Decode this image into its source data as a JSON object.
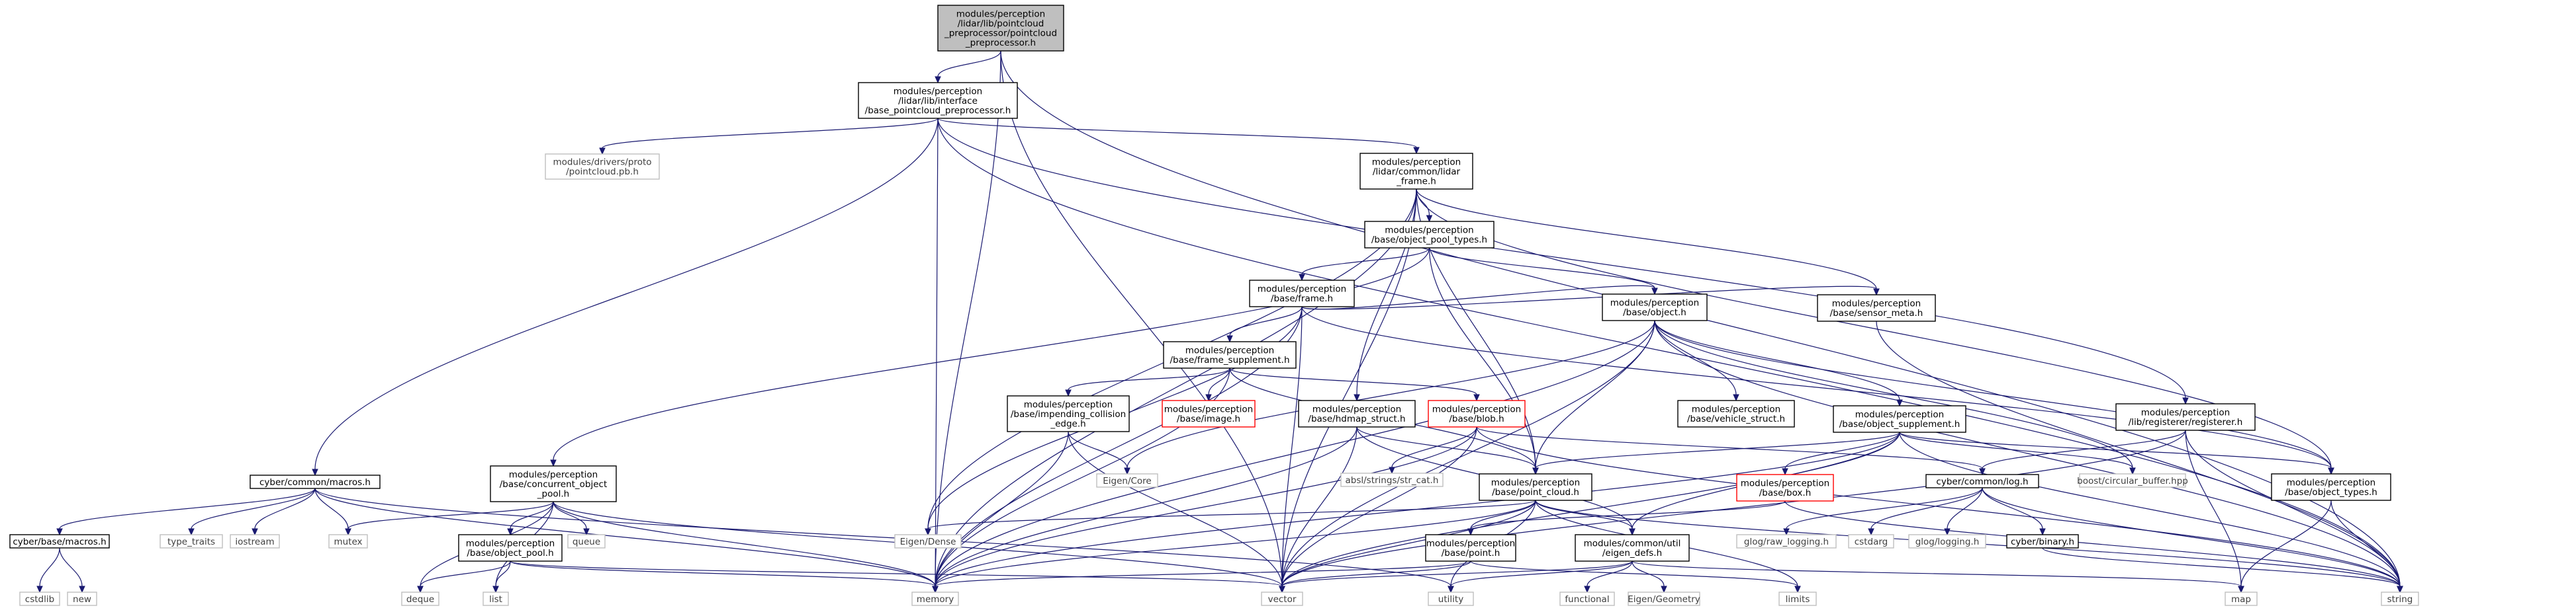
{
  "nodes": {
    "root": {
      "lines": [
        "modules/perception",
        "/lidar/lib/pointcloud",
        "_preprocessor/pointcloud",
        "_preprocessor.h"
      ],
      "kind": "root"
    },
    "base_pp": {
      "lines": [
        "modules/perception",
        "/lidar/lib/interface",
        "/base_pointcloud_preprocessor.h"
      ],
      "kind": "proj"
    },
    "drivers_proto": {
      "lines": [
        "modules/drivers/proto",
        "/pointcloud.pb.h"
      ],
      "kind": "ext"
    },
    "lidar_frame": {
      "lines": [
        "modules/perception",
        "/lidar/common/lidar",
        "_frame.h"
      ],
      "kind": "proj"
    },
    "object_pool_types": {
      "lines": [
        "modules/perception",
        "/base/object_pool_types.h"
      ],
      "kind": "proj"
    },
    "frame": {
      "lines": [
        "modules/perception",
        "/base/frame.h"
      ],
      "kind": "proj"
    },
    "frame_supplement": {
      "lines": [
        "modules/perception",
        "/base/frame_supplement.h"
      ],
      "kind": "proj"
    },
    "object": {
      "lines": [
        "modules/perception",
        "/base/object.h"
      ],
      "kind": "proj"
    },
    "sensor_meta": {
      "lines": [
        "modules/perception",
        "/base/sensor_meta.h"
      ],
      "kind": "proj"
    },
    "impending": {
      "lines": [
        "modules/perception",
        "/base/impending_collision",
        "_edge.h"
      ],
      "kind": "proj"
    },
    "image": {
      "lines": [
        "modules/perception",
        "/base/image.h"
      ],
      "kind": "trunc"
    },
    "hdmap_struct": {
      "lines": [
        "modules/perception",
        "/base/hdmap_struct.h"
      ],
      "kind": "proj"
    },
    "blob": {
      "lines": [
        "modules/perception",
        "/base/blob.h"
      ],
      "kind": "trunc"
    },
    "vehicle_struct": {
      "lines": [
        "modules/perception",
        "/base/vehicle_struct.h"
      ],
      "kind": "proj"
    },
    "object_supplement": {
      "lines": [
        "modules/perception",
        "/base/object_supplement.h"
      ],
      "kind": "proj"
    },
    "registerer": {
      "lines": [
        "modules/perception",
        "/lib/registerer/registerer.h"
      ],
      "kind": "proj"
    },
    "cyber_macros": {
      "lines": [
        "cyber/common/macros.h"
      ],
      "kind": "proj"
    },
    "concurrent_pool": {
      "lines": [
        "modules/perception",
        "/base/concurrent_object",
        "_pool.h"
      ],
      "kind": "proj"
    },
    "eigen_core": {
      "lines": [
        "Eigen/Core"
      ],
      "kind": "ext"
    },
    "absl_strcat": {
      "lines": [
        "absl/strings/str_cat.h"
      ],
      "kind": "ext"
    },
    "point_cloud": {
      "lines": [
        "modules/perception",
        "/base/point_cloud.h"
      ],
      "kind": "proj"
    },
    "box": {
      "lines": [
        "modules/perception",
        "/base/box.h"
      ],
      "kind": "trunc"
    },
    "cyber_log": {
      "lines": [
        "cyber/common/log.h"
      ],
      "kind": "proj"
    },
    "boost_cb": {
      "lines": [
        "boost/circular_buffer.hpp"
      ],
      "kind": "ext"
    },
    "object_types": {
      "lines": [
        "modules/perception",
        "/base/object_types.h"
      ],
      "kind": "proj"
    },
    "cyber_base_macros": {
      "lines": [
        "cyber/base/macros.h"
      ],
      "kind": "proj"
    },
    "type_traits": {
      "lines": [
        "type_traits"
      ],
      "kind": "ext"
    },
    "iostream": {
      "lines": [
        "iostream"
      ],
      "kind": "ext"
    },
    "mutex": {
      "lines": [
        "mutex"
      ],
      "kind": "ext"
    },
    "object_pool": {
      "lines": [
        "modules/perception",
        "/base/object_pool.h"
      ],
      "kind": "proj"
    },
    "queue": {
      "lines": [
        "queue"
      ],
      "kind": "ext"
    },
    "eigen_dense": {
      "lines": [
        "Eigen/Dense"
      ],
      "kind": "ext"
    },
    "point": {
      "lines": [
        "modules/perception",
        "/base/point.h"
      ],
      "kind": "proj"
    },
    "eigen_defs": {
      "lines": [
        "modules/common/util",
        "/eigen_defs.h"
      ],
      "kind": "proj"
    },
    "glog_raw": {
      "lines": [
        "glog/raw_logging.h"
      ],
      "kind": "ext"
    },
    "cstdarg": {
      "lines": [
        "cstdarg"
      ],
      "kind": "ext"
    },
    "glog_logging": {
      "lines": [
        "glog/logging.h"
      ],
      "kind": "ext"
    },
    "cyber_binary": {
      "lines": [
        "cyber/binary.h"
      ],
      "kind": "proj"
    },
    "cstdlib": {
      "lines": [
        "cstdlib"
      ],
      "kind": "ext"
    },
    "new": {
      "lines": [
        "new"
      ],
      "kind": "ext"
    },
    "deque": {
      "lines": [
        "deque"
      ],
      "kind": "ext"
    },
    "list": {
      "lines": [
        "list"
      ],
      "kind": "ext"
    },
    "memory": {
      "lines": [
        "memory"
      ],
      "kind": "ext"
    },
    "vector": {
      "lines": [
        "vector"
      ],
      "kind": "ext"
    },
    "utility": {
      "lines": [
        "utility"
      ],
      "kind": "ext"
    },
    "functional": {
      "lines": [
        "functional"
      ],
      "kind": "ext"
    },
    "eigen_geometry": {
      "lines": [
        "Eigen/Geometry"
      ],
      "kind": "ext"
    },
    "limits": {
      "lines": [
        "limits"
      ],
      "kind": "ext"
    },
    "map": {
      "lines": [
        "map"
      ],
      "kind": "ext"
    },
    "string": {
      "lines": [
        "string"
      ],
      "kind": "ext"
    }
  },
  "edges": [
    [
      "root",
      "base_pp"
    ],
    [
      "root",
      "memory"
    ],
    [
      "root",
      "string"
    ],
    [
      "root",
      "vector"
    ],
    [
      "base_pp",
      "drivers_proto"
    ],
    [
      "base_pp",
      "lidar_frame"
    ],
    [
      "base_pp",
      "cyber_macros"
    ],
    [
      "base_pp",
      "registerer"
    ],
    [
      "base_pp",
      "memory"
    ],
    [
      "base_pp",
      "string"
    ],
    [
      "lidar_frame",
      "object_pool_types"
    ],
    [
      "lidar_frame",
      "hdmap_struct"
    ],
    [
      "lidar_frame",
      "sensor_meta"
    ],
    [
      "lidar_frame",
      "point_cloud"
    ],
    [
      "lidar_frame",
      "eigen_dense"
    ],
    [
      "lidar_frame",
      "memory"
    ],
    [
      "lidar_frame",
      "vector"
    ],
    [
      "lidar_frame",
      "object_types"
    ],
    [
      "object_pool_types",
      "frame"
    ],
    [
      "object_pool_types",
      "object"
    ],
    [
      "object_pool_types",
      "point_cloud"
    ],
    [
      "object_pool_types",
      "concurrent_pool"
    ],
    [
      "frame",
      "frame_supplement"
    ],
    [
      "frame",
      "object"
    ],
    [
      "frame",
      "sensor_meta"
    ],
    [
      "frame",
      "eigen_dense"
    ],
    [
      "frame",
      "memory"
    ],
    [
      "frame",
      "vector"
    ],
    [
      "frame",
      "object_types"
    ],
    [
      "frame_supplement",
      "impending"
    ],
    [
      "frame_supplement",
      "image"
    ],
    [
      "frame_supplement",
      "blob"
    ],
    [
      "frame_supplement",
      "point_cloud"
    ],
    [
      "frame_supplement",
      "memory"
    ],
    [
      "object",
      "vehicle_struct"
    ],
    [
      "object",
      "object_supplement"
    ],
    [
      "object",
      "object_types"
    ],
    [
      "object",
      "point_cloud"
    ],
    [
      "object",
      "eigen_core"
    ],
    [
      "object",
      "boost_cb"
    ],
    [
      "object",
      "memory"
    ],
    [
      "object",
      "string"
    ],
    [
      "object",
      "vector"
    ],
    [
      "sensor_meta",
      "string"
    ],
    [
      "impending",
      "eigen_core"
    ],
    [
      "impending",
      "memory"
    ],
    [
      "impending",
      "vector"
    ],
    [
      "hdmap_struct",
      "point_cloud"
    ],
    [
      "hdmap_struct",
      "eigen_defs"
    ],
    [
      "hdmap_struct",
      "memory"
    ],
    [
      "hdmap_struct",
      "vector"
    ],
    [
      "blob",
      "absl_strcat"
    ],
    [
      "blob",
      "cyber_log"
    ],
    [
      "blob",
      "memory"
    ],
    [
      "blob",
      "string"
    ],
    [
      "blob",
      "vector"
    ],
    [
      "object_supplement",
      "box"
    ],
    [
      "object_supplement",
      "point_cloud"
    ],
    [
      "object_supplement",
      "object_types"
    ],
    [
      "object_supplement",
      "eigen_defs"
    ],
    [
      "object_supplement",
      "boost_cb"
    ],
    [
      "object_supplement",
      "string"
    ],
    [
      "object_supplement",
      "vector"
    ],
    [
      "object_supplement",
      "memory"
    ],
    [
      "registerer",
      "cyber_log"
    ],
    [
      "registerer",
      "map"
    ],
    [
      "registerer",
      "string"
    ],
    [
      "registerer",
      "vector"
    ],
    [
      "cyber_macros",
      "cyber_base_macros"
    ],
    [
      "cyber_macros",
      "type_traits"
    ],
    [
      "cyber_macros",
      "iostream"
    ],
    [
      "cyber_macros",
      "mutex"
    ],
    [
      "cyber_macros",
      "memory"
    ],
    [
      "cyber_macros",
      "utility"
    ],
    [
      "concurrent_pool",
      "object_pool"
    ],
    [
      "concurrent_pool",
      "mutex"
    ],
    [
      "concurrent_pool",
      "queue"
    ],
    [
      "concurrent_pool",
      "deque"
    ],
    [
      "concurrent_pool",
      "list"
    ],
    [
      "concurrent_pool",
      "memory"
    ],
    [
      "concurrent_pool",
      "vector"
    ],
    [
      "point_cloud",
      "point"
    ],
    [
      "point_cloud",
      "eigen_defs"
    ],
    [
      "point_cloud",
      "eigen_dense"
    ],
    [
      "point_cloud",
      "memory"
    ],
    [
      "point_cloud",
      "vector"
    ],
    [
      "point_cloud",
      "utility"
    ],
    [
      "point_cloud",
      "limits"
    ],
    [
      "point_cloud",
      "string"
    ],
    [
      "box",
      "point"
    ],
    [
      "box",
      "string"
    ],
    [
      "cyber_log",
      "glog_raw"
    ],
    [
      "cyber_log",
      "cstdarg"
    ],
    [
      "cyber_log",
      "glog_logging"
    ],
    [
      "cyber_log",
      "cyber_binary"
    ],
    [
      "cyber_log",
      "string"
    ],
    [
      "object_types",
      "map"
    ],
    [
      "object_types",
      "string"
    ],
    [
      "cyber_base_macros",
      "cstdlib"
    ],
    [
      "cyber_base_macros",
      "new"
    ],
    [
      "object_pool",
      "deque"
    ],
    [
      "object_pool",
      "list"
    ],
    [
      "object_pool",
      "memory"
    ],
    [
      "object_pool",
      "vector"
    ],
    [
      "point",
      "memory"
    ],
    [
      "point",
      "vector"
    ],
    [
      "point",
      "limits"
    ],
    [
      "eigen_defs",
      "functional"
    ],
    [
      "eigen_defs",
      "eigen_geometry"
    ],
    [
      "eigen_defs",
      "map"
    ],
    [
      "eigen_defs",
      "utility"
    ],
    [
      "eigen_defs",
      "vector"
    ],
    [
      "cyber_binary",
      "string"
    ]
  ]
}
